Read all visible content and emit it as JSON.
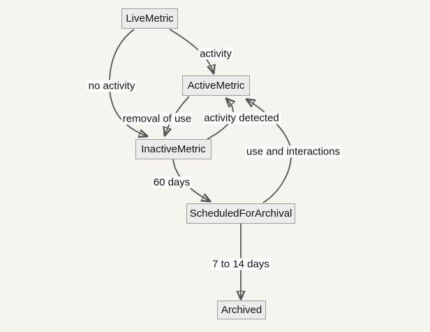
{
  "colors": {
    "background": "#f5f4ef",
    "node_fill": "#ececec",
    "node_border": "#9c9c9c",
    "edge_color": "#565656",
    "edge_label_background": "#ffffff",
    "text": "#111111"
  },
  "diagram": {
    "type": "state-flowchart",
    "nodes": [
      {
        "id": "LiveMetric",
        "label": "LiveMetric"
      },
      {
        "id": "ActiveMetric",
        "label": "ActiveMetric"
      },
      {
        "id": "InactiveMetric",
        "label": "InactiveMetric"
      },
      {
        "id": "ScheduledForArchival",
        "label": "ScheduledForArchival"
      },
      {
        "id": "Archived",
        "label": "Archived"
      }
    ],
    "edges": [
      {
        "from": "LiveMetric",
        "to": "ActiveMetric",
        "label": "activity"
      },
      {
        "from": "LiveMetric",
        "to": "InactiveMetric",
        "label": "no activity"
      },
      {
        "from": "ActiveMetric",
        "to": "InactiveMetric",
        "label": "removal of use"
      },
      {
        "from": "InactiveMetric",
        "to": "ActiveMetric",
        "label": "activity detected"
      },
      {
        "from": "InactiveMetric",
        "to": "ScheduledForArchival",
        "label": "60 days"
      },
      {
        "from": "ScheduledForArchival",
        "to": "ActiveMetric",
        "label": "use and interactions"
      },
      {
        "from": "ScheduledForArchival",
        "to": "Archived",
        "label": "7 to 14 days"
      }
    ]
  }
}
